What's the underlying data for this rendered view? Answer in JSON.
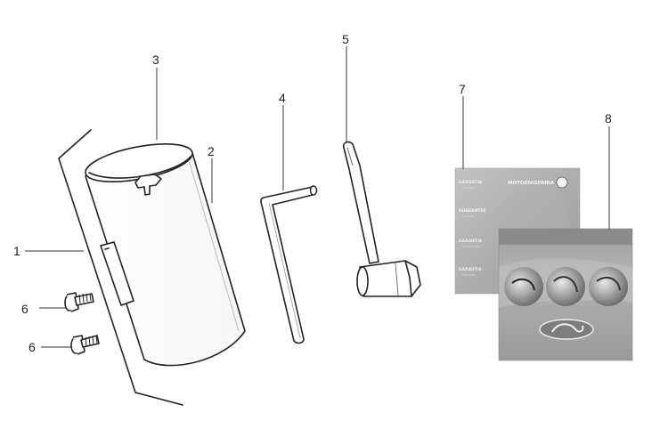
{
  "callouts": {
    "c1": "1",
    "c2": "2",
    "c3": "3",
    "c4": "4",
    "c5": "5",
    "c6a": "6",
    "c6b": "6",
    "c7": "7",
    "c8": "8"
  },
  "booklet7": {
    "heading1": "GARANTIA",
    "sub1": "Espanol",
    "heading2": "GUARANTEE",
    "sub2": "English",
    "heading3": "GARANTIA",
    "sub3": "Portuguese",
    "heading4": "GARANTIE",
    "sub4": "Français",
    "brand": "MOTORHISPANIA"
  },
  "colors": {
    "line": "#222222",
    "booklet_light": "#a9a9a9",
    "booklet_dark": "#8f8f8f"
  }
}
